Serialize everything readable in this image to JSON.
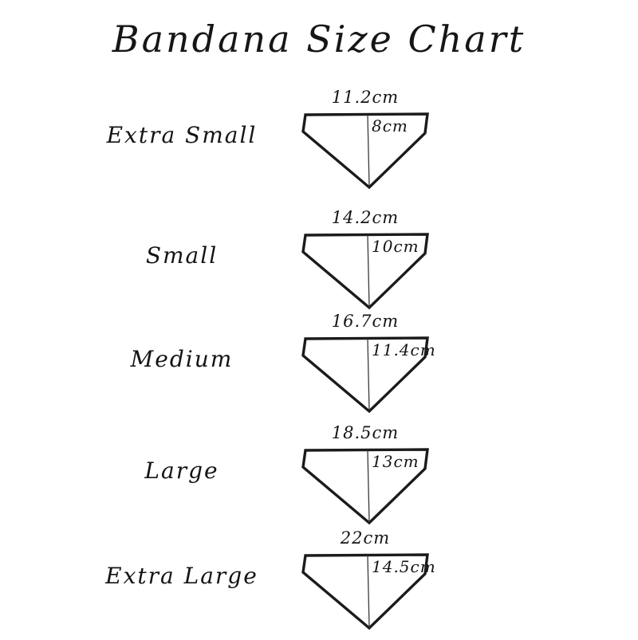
{
  "title": "Bandana Size Chart",
  "rows": [
    {
      "size": "Extra Small",
      "width": "11.2cm",
      "height": "8cm"
    },
    {
      "size": "Small",
      "width": "14.2cm",
      "height": "10cm"
    },
    {
      "size": "Medium",
      "width": "16.7cm",
      "height": "11.4cm"
    },
    {
      "size": "Large",
      "width": "18.5cm",
      "height": "13cm"
    },
    {
      "size": "Extra Large",
      "width": "22cm",
      "height": "14.5cm"
    }
  ],
  "colors": {
    "ink": "#1b1b1b",
    "fold_line": "#3a3a3a",
    "background": "#ffffff"
  }
}
